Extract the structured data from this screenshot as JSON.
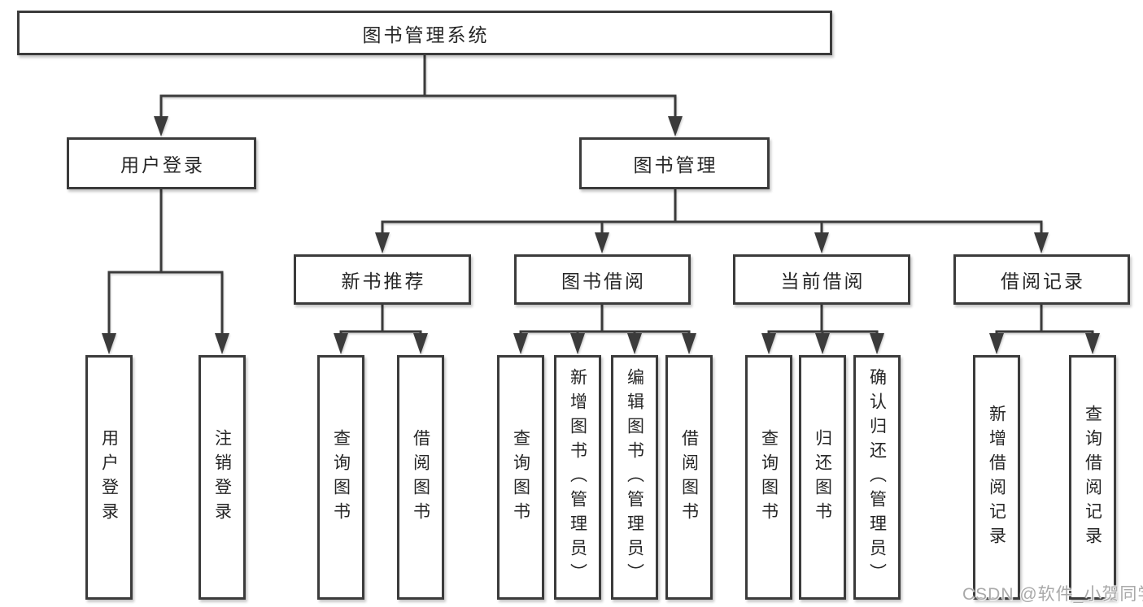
{
  "diagram": {
    "root": {
      "label": "图书管理系统"
    },
    "branches": [
      {
        "label": "用户登录",
        "children": [
          {
            "label": "用户登录"
          },
          {
            "label": "注销登录"
          }
        ]
      },
      {
        "label": "图书管理",
        "children": [
          {
            "label": "新书推荐",
            "children": [
              {
                "label": "查询图书"
              },
              {
                "label": "借阅图书"
              }
            ]
          },
          {
            "label": "图书借阅",
            "children": [
              {
                "label": "查询图书"
              },
              {
                "label": "新增图书（管理员）"
              },
              {
                "label": "编辑图书（管理员）"
              },
              {
                "label": "借阅图书"
              }
            ]
          },
          {
            "label": "当前借阅",
            "children": [
              {
                "label": "查询图书"
              },
              {
                "label": "归还图书"
              },
              {
                "label": "确认归还（管理员）"
              }
            ]
          },
          {
            "label": "借阅记录",
            "children": [
              {
                "label": "新增借阅记录"
              },
              {
                "label": "查询借阅记录"
              }
            ]
          }
        ]
      }
    ]
  },
  "watermark": {
    "text": "CSDN @软件_小贺同学"
  },
  "colors": {
    "line": "#3b3b3b",
    "box_border": "#3b3b3b",
    "text": "#262626",
    "background": "#ffffff",
    "watermark": "#a9a9a9"
  }
}
